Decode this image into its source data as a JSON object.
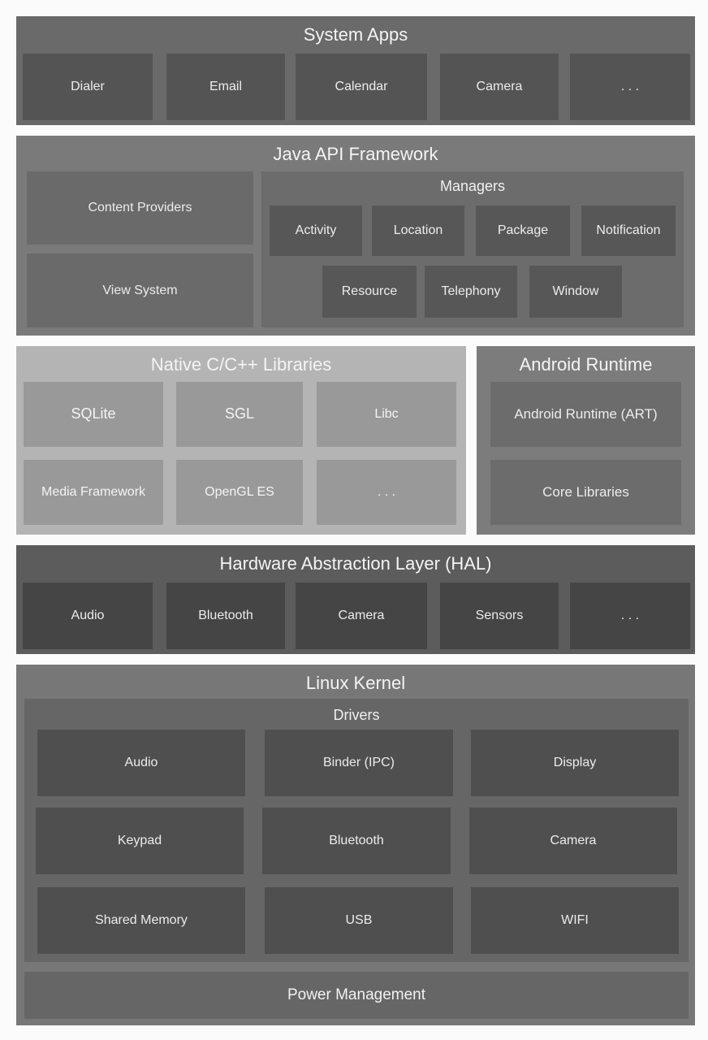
{
  "system_apps": {
    "title": "System Apps",
    "items": [
      "Dialer",
      "Email",
      "Calendar",
      "Camera",
      ". . ."
    ]
  },
  "java_api": {
    "title": "Java API Framework",
    "content_providers": "Content Providers",
    "view_system": "View System",
    "managers": {
      "title": "Managers",
      "items": [
        "Activity",
        "Location",
        "Package",
        "Notification",
        "Resource",
        "Telephony",
        "Window"
      ]
    }
  },
  "native_libs": {
    "title": "Native C/C++ Libraries",
    "items": [
      "SQLite",
      "SGL",
      "Libc",
      "Media Framework",
      "OpenGL ES",
      ". . ."
    ]
  },
  "android_runtime": {
    "title": "Android Runtime",
    "items": [
      "Android Runtime (ART)",
      "Core Libraries"
    ]
  },
  "hal": {
    "title": "Hardware Abstraction Layer (HAL)",
    "items": [
      "Audio",
      "Bluetooth",
      "Camera",
      "Sensors",
      ". . ."
    ]
  },
  "linux_kernel": {
    "title": "Linux Kernel",
    "drivers": {
      "title": "Drivers",
      "items": [
        "Audio",
        "Binder (IPC)",
        "Display",
        "Keypad",
        "Bluetooth",
        "Camera",
        "Shared Memory",
        "USB",
        "WIFI"
      ]
    },
    "power_management": "Power Management"
  }
}
